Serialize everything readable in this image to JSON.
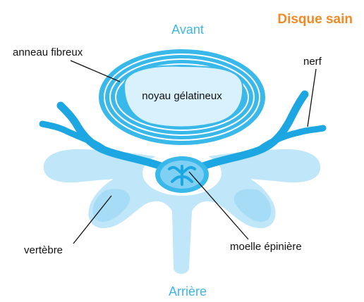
{
  "title": "Disque sain",
  "orientation": {
    "front": "Avant",
    "back": "Arrière"
  },
  "labels": {
    "annulus": "anneau fibreux",
    "nucleus": "noyau gélatineux",
    "nerve": "nerf",
    "vertebra": "vertèbre",
    "spinal_cord": "moelle épinière"
  },
  "colors": {
    "title": "#f08a24",
    "direction_text": "#3fb6e8",
    "bone_light": "#bfe6f9",
    "bone_mid": "#a6dcf5",
    "disc_fill": "#39b8ea",
    "disc_inner": "#d8f1fc",
    "nerve": "#1ca6e2",
    "leader_line": "#111111"
  }
}
